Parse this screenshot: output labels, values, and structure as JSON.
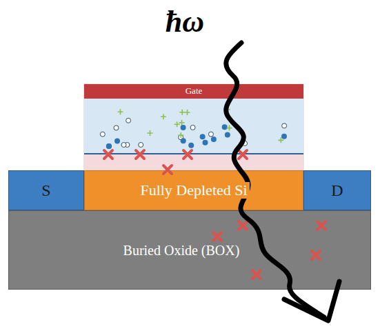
{
  "diagram": {
    "nodes": [
      {
        "text": [
          "Gate"
        ]
      },
      {
        "text": [
          "S"
        ]
      },
      {
        "text": [
          "Fully Depleted Si"
        ]
      },
      {
        "text": [
          "D"
        ]
      },
      {
        "text": [
          "Buried Oxide (BOX)"
        ]
      }
    ],
    "labels": [
      "ħω"
    ]
  }
}
